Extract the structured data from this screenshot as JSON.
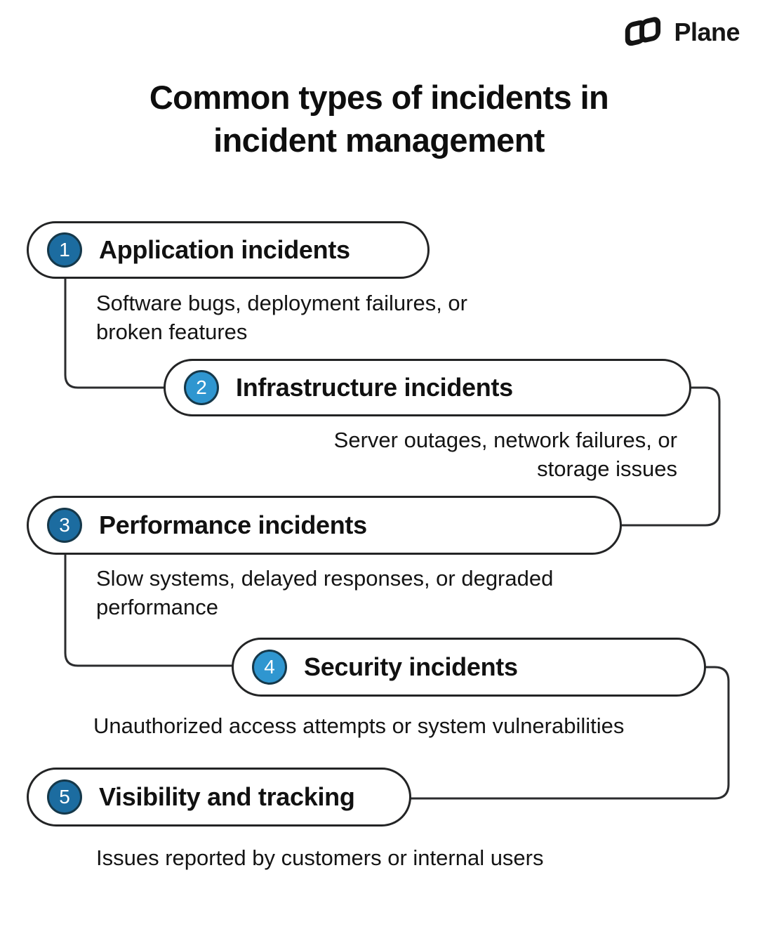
{
  "logo": {
    "text": "Plane"
  },
  "title": {
    "line1": "Common types of incidents in",
    "line2": "incident management"
  },
  "items": [
    {
      "number": "1",
      "label": "Application incidents",
      "description": "Software bugs, deployment failures, or\nbroken features",
      "circle_color": "#1c6ca0"
    },
    {
      "number": "2",
      "label": "Infrastructure incidents",
      "description": "Server outages, network failures, or\nstorage issues",
      "circle_color": "#2f96d0"
    },
    {
      "number": "3",
      "label": "Performance incidents",
      "description": "Slow systems, delayed responses, or degraded\nperformance",
      "circle_color": "#1c6ca0"
    },
    {
      "number": "4",
      "label": "Security incidents",
      "description": "Unauthorized access attempts or system vulnerabilities",
      "circle_color": "#2f96d0"
    },
    {
      "number": "5",
      "label": "Visibility and tracking",
      "description": "Issues reported by customers or internal users",
      "circle_color": "#1c6ca0"
    }
  ],
  "colors": {
    "circle_border": "#15384a",
    "outline": "#2b2c2e",
    "text": "#131313",
    "background": "#ffffff"
  }
}
